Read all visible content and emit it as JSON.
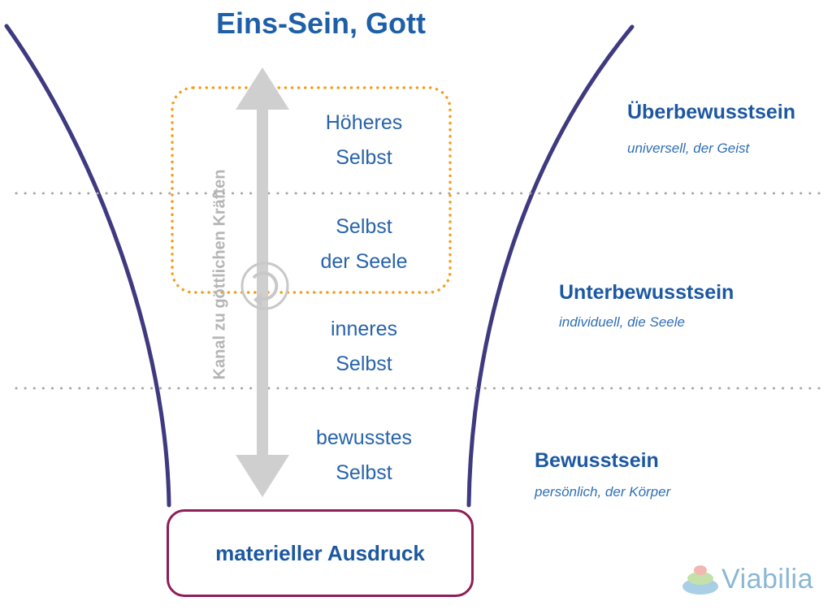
{
  "title": "Eins-Sein, Gott",
  "channel_label": "Kanal zu göttlichen Kräften",
  "inner_labels": [
    {
      "line1": "Höheres",
      "line2": "Selbst"
    },
    {
      "line1": "Selbst",
      "line2": "der Seele"
    },
    {
      "line1": "inneres",
      "line2": "Selbst"
    },
    {
      "line1": "bewusstes",
      "line2": "Selbst"
    }
  ],
  "levels": [
    {
      "name": "Überbewusstsein",
      "description": "universell, der Geist"
    },
    {
      "name": "Unterbewusstsein",
      "description": "individuell, die Seele"
    },
    {
      "name": "Bewusstsein",
      "description": "persönlich, der Körper"
    }
  ],
  "material_box": "materieller Ausdruck",
  "logo": "Viabilia",
  "colors": {
    "funnel": "#3f3a80",
    "title_blue": "#1e5fa8",
    "text_blue": "#2763aa",
    "orange_dotted": "#f0a020",
    "arrow_gray": "#cfcfcf",
    "separator_gray": "#a6a6a6",
    "material_border": "#8e1e57"
  }
}
